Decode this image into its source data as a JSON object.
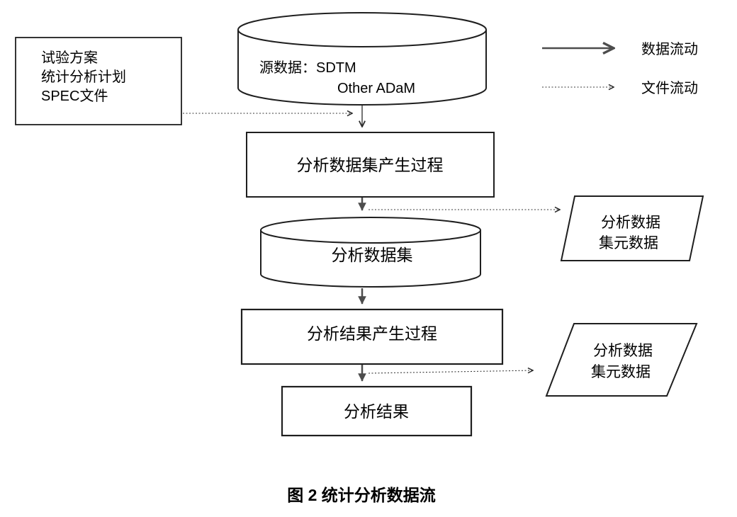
{
  "figure": {
    "caption": "图 2 统计分析数据流"
  },
  "legend": {
    "items": [
      {
        "name": "data-flow",
        "style": "solid-arrow",
        "label": "数据流动"
      },
      {
        "name": "file-flow",
        "style": "dotted-arrow",
        "label": "文件流动"
      }
    ]
  },
  "nodes": {
    "inputs": {
      "shape": "rectangle",
      "lines": [
        "试验方案",
        "统计分析计划",
        "SPEC文件"
      ]
    },
    "source_db": {
      "shape": "cylinder",
      "lines": [
        "源数据：SDTM",
        "Other ADaM"
      ]
    },
    "adam_process": {
      "shape": "rectangle",
      "label": "分析数据集产生过程"
    },
    "analysis_dataset": {
      "shape": "cylinder",
      "label": "分析数据集"
    },
    "result_process": {
      "shape": "rectangle",
      "label": "分析结果产生过程"
    },
    "result": {
      "shape": "rectangle",
      "label": "分析结果"
    },
    "metadata_upper": {
      "shape": "parallelogram",
      "lines": [
        "分析数据",
        "集元数据"
      ]
    },
    "metadata_lower": {
      "shape": "parallelogram",
      "lines": [
        "分析数据",
        "集元数据"
      ]
    }
  },
  "edges": [
    {
      "from": "inputs",
      "to": "data-flow-line",
      "style": "dotted"
    },
    {
      "from": "source_db",
      "to": "adam_process",
      "style": "solid"
    },
    {
      "from": "adam_process",
      "to": "analysis_dataset",
      "style": "solid"
    },
    {
      "from": "adam_process",
      "to": "metadata_upper",
      "style": "dotted"
    },
    {
      "from": "analysis_dataset",
      "to": "result_process",
      "style": "solid"
    },
    {
      "from": "result_process",
      "to": "result",
      "style": "solid"
    },
    {
      "from": "result_process",
      "to": "metadata_lower",
      "style": "dotted"
    }
  ],
  "colors": {
    "background": "#ffffff",
    "outline": "#1f1f1f",
    "solid_arrow": "#4d4d4d",
    "dotted_arrow": "#3a3a3a",
    "text": "#000000"
  }
}
